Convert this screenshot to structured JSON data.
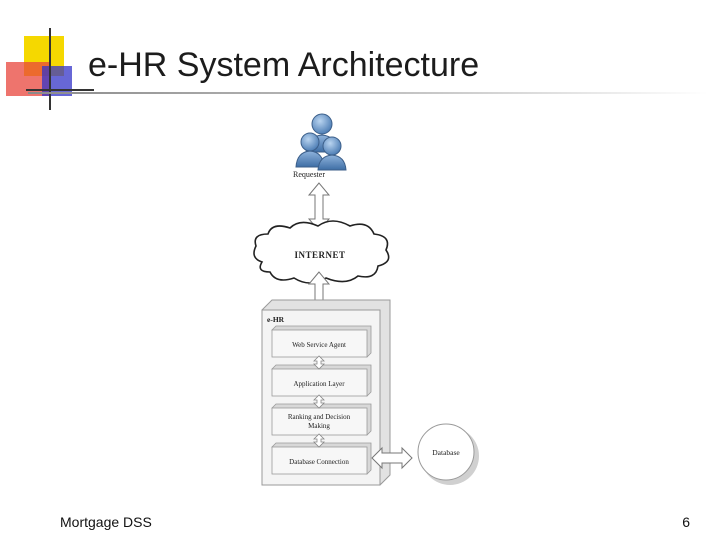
{
  "slide": {
    "title": "e-HR System Architecture",
    "footer_left": "Mortgage DSS",
    "page_number": "6"
  },
  "diagram": {
    "requester_label": "Requester",
    "internet_label": "INTERNET",
    "system_label": "e-HR",
    "layers": [
      {
        "lines": [
          "Web Service Agent"
        ]
      },
      {
        "lines": [
          "Application Layer"
        ]
      },
      {
        "lines": [
          "Ranking and Decision",
          "Making"
        ]
      },
      {
        "lines": [
          "Database Connection"
        ]
      }
    ],
    "database_label": "Database"
  },
  "colors": {
    "accent_yellow": "#f5d800",
    "accent_red": "#e8453c",
    "accent_blue": "#3434c8",
    "person_blue": "#5f8fc4",
    "box_fill": "#f2f2f2",
    "box_stroke": "#9a9a9a"
  }
}
